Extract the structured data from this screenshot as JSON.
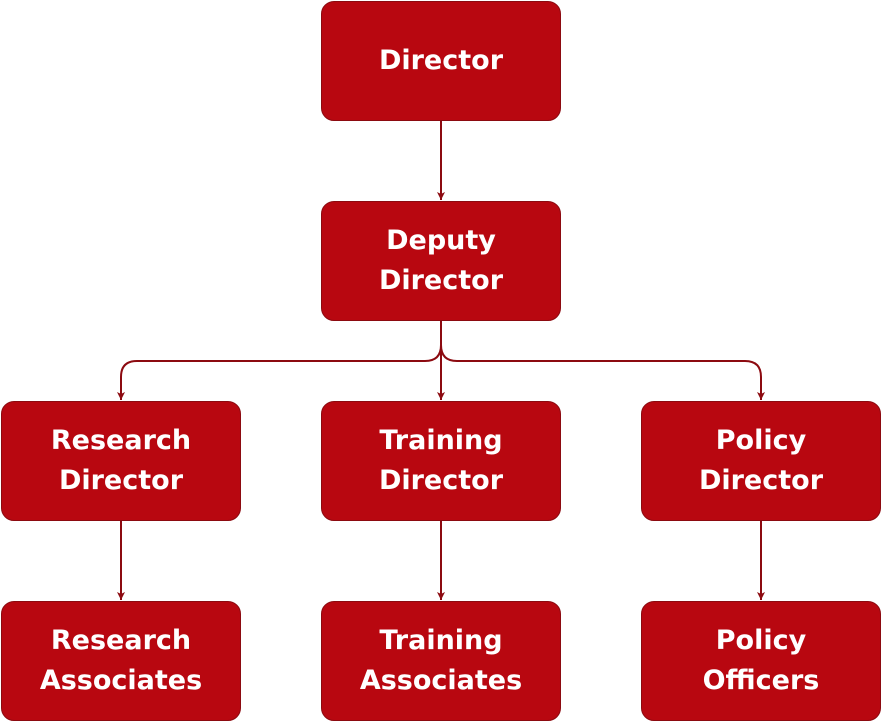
{
  "colors": {
    "node_fill": "#b80710",
    "node_border": "#8c0a10",
    "connector": "#8c0a10",
    "text": "#ffffff"
  },
  "nodes": {
    "director": {
      "lines": [
        "Director"
      ]
    },
    "deputy_director": {
      "lines": [
        "Deputy",
        "Director"
      ]
    },
    "research_director": {
      "lines": [
        "Research",
        "Director"
      ]
    },
    "training_director": {
      "lines": [
        "Training",
        "Director"
      ]
    },
    "policy_director": {
      "lines": [
        "Policy",
        "Director"
      ]
    },
    "research_associates": {
      "lines": [
        "Research",
        "Associates"
      ]
    },
    "training_associates": {
      "lines": [
        "Training",
        "Associates"
      ]
    },
    "policy_officers": {
      "lines": [
        "Policy",
        "Officers"
      ]
    }
  },
  "edges": [
    {
      "from": "director",
      "to": "deputy_director"
    },
    {
      "from": "deputy_director",
      "to": "research_director"
    },
    {
      "from": "deputy_director",
      "to": "training_director"
    },
    {
      "from": "deputy_director",
      "to": "policy_director"
    },
    {
      "from": "research_director",
      "to": "research_associates"
    },
    {
      "from": "training_director",
      "to": "training_associates"
    },
    {
      "from": "policy_director",
      "to": "policy_officers"
    }
  ]
}
